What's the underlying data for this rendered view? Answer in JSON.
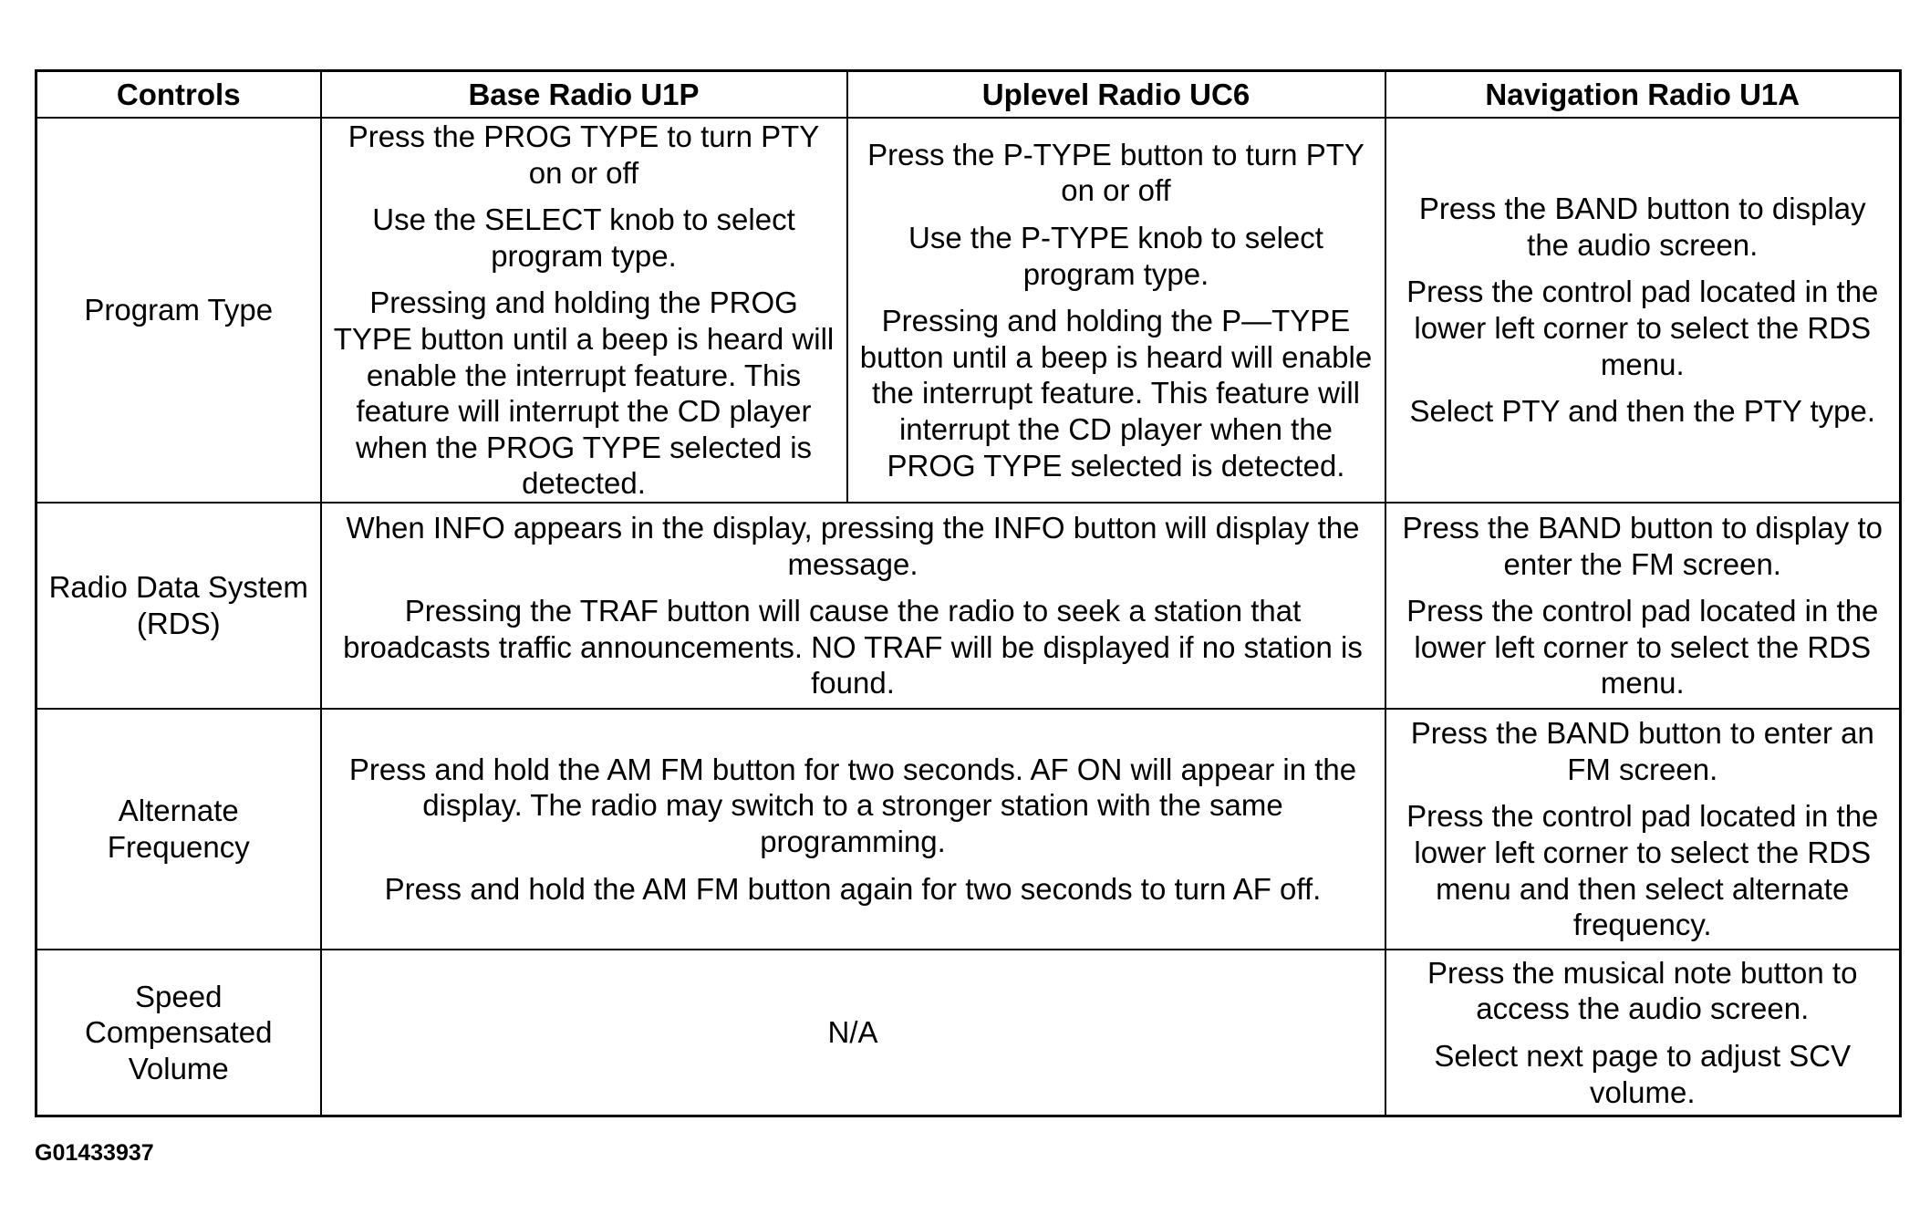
{
  "table": {
    "headers": [
      "Controls",
      "Base Radio U1P",
      "Uplevel Radio UC6",
      "Navigation Radio U1A"
    ],
    "rows": {
      "program_type": {
        "control": "Program Type",
        "base": [
          "Press the PROG TYPE to turn PTY on or off",
          "Use the SELECT knob to select program type.",
          "Pressing and holding the PROG TYPE button until a beep is heard will enable the interrupt feature. This feature will interrupt the CD player when the PROG TYPE selected is detected."
        ],
        "uplevel": [
          "Press the P-TYPE button to turn PTY on or off",
          "Use the P-TYPE knob to select program type.",
          "Pressing and holding the P—TYPE button until a beep is heard will enable the interrupt feature. This feature will interrupt the CD player when the PROG TYPE selected is detected."
        ],
        "navigation": [
          "Press the BAND button to display the audio screen.",
          "Press the control pad located in the lower left corner to select the RDS menu.",
          "Select PTY and then the PTY type."
        ]
      },
      "rds": {
        "control": "Radio Data System (RDS)",
        "base_uplevel": [
          "When INFO appears in the display, pressing the INFO button will display the message.",
          "Pressing the TRAF button will cause the radio to seek a station that broadcasts traffic announcements. NO TRAF will be displayed if no station is found."
        ],
        "navigation": [
          "Press the BAND button to display to enter the FM screen.",
          "Press the control pad located in the lower left corner to select the RDS menu."
        ]
      },
      "alternate_frequency": {
        "control": "Alternate Frequency",
        "base_uplevel": [
          "Press and hold the AM FM button for two seconds. AF ON will appear in the display. The radio may switch to a stronger station with the same programming.",
          "Press and hold the AM FM button again for two seconds to turn AF off."
        ],
        "navigation": [
          "Press the BAND button to enter an FM screen.",
          "Press the control pad located in the lower left corner to select the RDS menu and then select alternate frequency."
        ]
      },
      "scv": {
        "control": "Speed Compensated Volume",
        "base_uplevel": [
          "N/A"
        ],
        "navigation": [
          "Press the musical note button to access the audio screen.",
          "Select next page to adjust SCV volume."
        ]
      }
    }
  },
  "figure_id": "G01433937"
}
